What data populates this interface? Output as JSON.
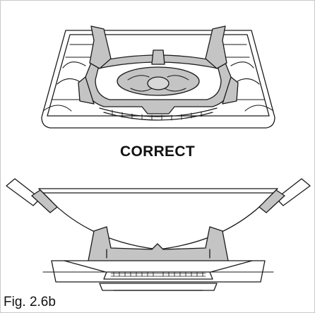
{
  "figure": {
    "top_label": "CORRECT",
    "caption": "Fig. 2.6b"
  },
  "illustrations": [
    {
      "name": "top-view",
      "subject": "wok-support-ring-on-hob-burner"
    },
    {
      "name": "side-view",
      "subject": "wok-on-wok-support-over-burner"
    }
  ],
  "colors": {
    "line": "#1a1a1a",
    "grey_fill": "#c4c4c4",
    "background": "#ffffff",
    "border": "#c8c8c8"
  }
}
